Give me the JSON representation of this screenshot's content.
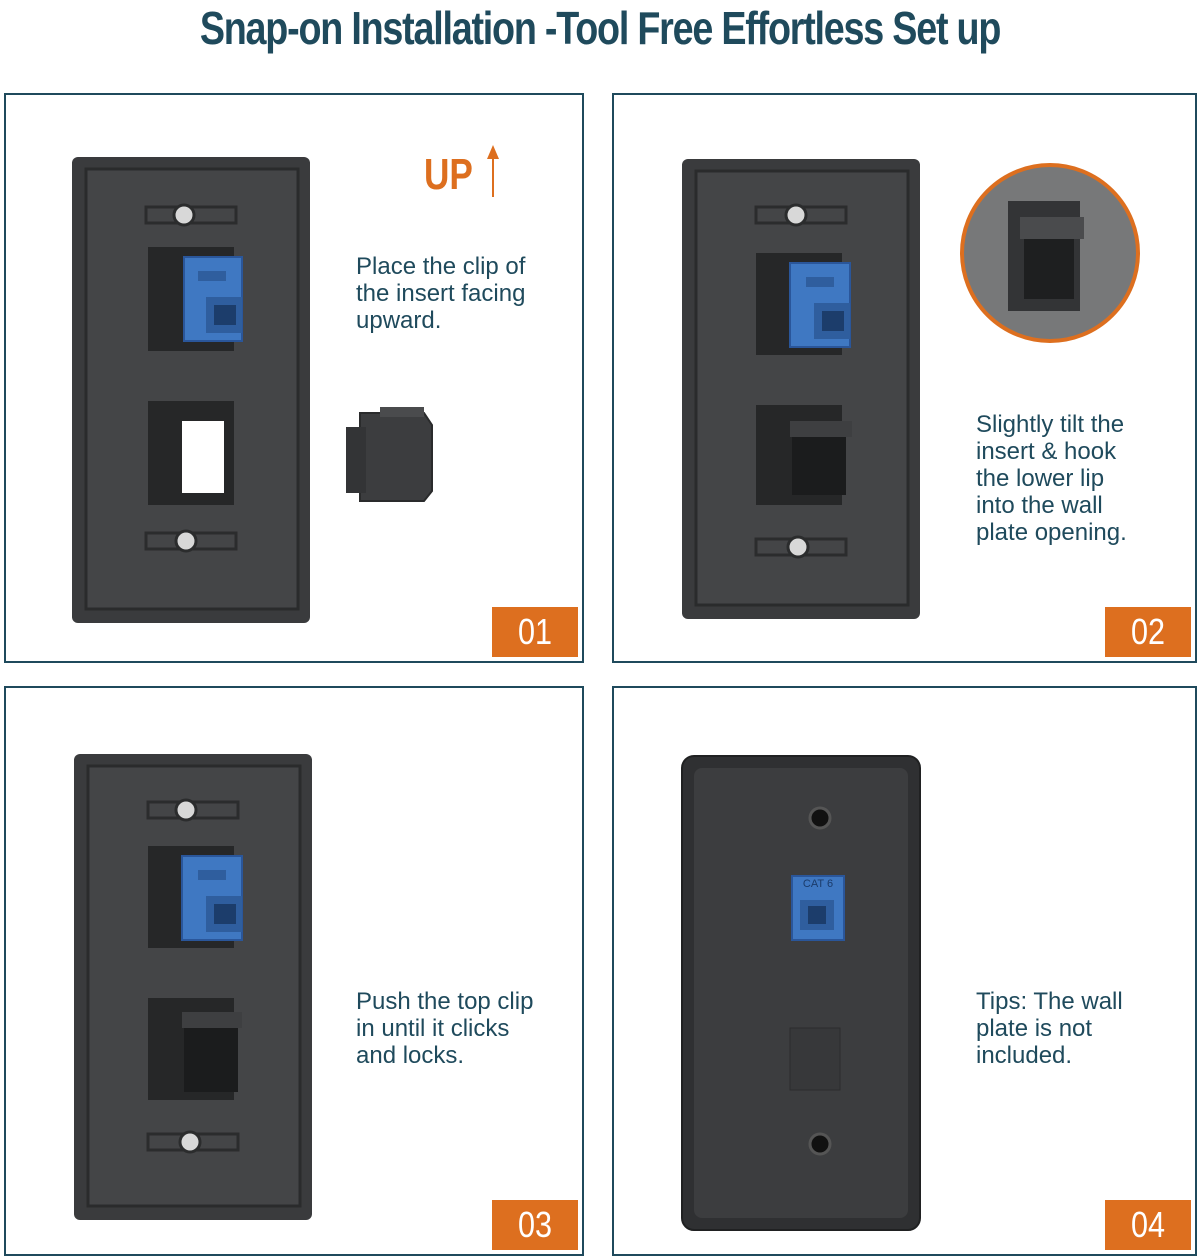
{
  "title": "Snap-on Installation -Tool Free Effortless Set up",
  "steps": [
    {
      "number": "01",
      "up_label": "UP",
      "text": "Place the clip of\nthe insert facing\nupward."
    },
    {
      "number": "02",
      "text": "Slightly tilt the\ninsert & hook\nthe lower lip\ninto the wall\nplate opening."
    },
    {
      "number": "03",
      "text": "Push the top clip\nin until it clicks\nand locks."
    },
    {
      "number": "04",
      "text": "Tips: The wall\nplate is not\nincluded."
    }
  ],
  "jack_label": "CAT 6",
  "colors": {
    "title": "#1f4a5c",
    "accent": "#dd6f1f",
    "plate": "#3a3b3d",
    "jack": "#3f78c2"
  },
  "icons": [
    "up-arrow-icon"
  ]
}
